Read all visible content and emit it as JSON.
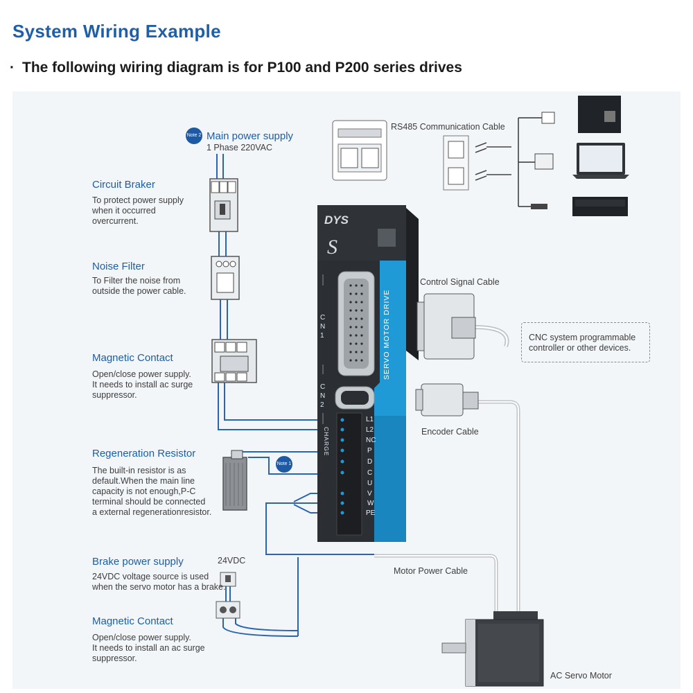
{
  "header": {
    "title": "System Wiring Example",
    "bullet": "·",
    "subtitle": "The following wiring diagram is for P100 and P200 series drives"
  },
  "labels": {
    "main_power": {
      "note": "Note 2",
      "title": "Main power supply",
      "sub": "1 Phase 220VAC"
    },
    "circuit_breaker": {
      "title": "Circuit Braker",
      "body": [
        "To protect power supply",
        "when it occurred",
        "overcurrent."
      ]
    },
    "noise_filter": {
      "title": "Noise Filter",
      "body": [
        "To Filter the noise from",
        "outside the power cable."
      ]
    },
    "magnetic_contact_1": {
      "title": "Magnetic Contact",
      "body": [
        "Open/close power supply.",
        "It needs to install ac surge",
        "suppressor."
      ]
    },
    "regeneration_resistor": {
      "title": "Regeneration Resistor",
      "note": "Note 1",
      "body": [
        "The built-in resistor is as",
        "default.When the main line",
        "capacity is not enough,P-C",
        "terminal should be connected",
        "a external regenerationresistor."
      ]
    },
    "brake_power": {
      "title": "Brake power supply",
      "voltage": "24VDC",
      "body": [
        "24VDC voltage source is used",
        "when the servo motor has a brake."
      ]
    },
    "magnetic_contact_2": {
      "title": "Magnetic Contact",
      "body": [
        "Open/close power supply.",
        "It needs to install an ac surge",
        "suppressor."
      ]
    },
    "rs485": "RS485 Communication Cable",
    "control_signal": "Control Signal Cable",
    "cnc": [
      "CNC  system programmable",
      "controller or other devices."
    ],
    "encoder": "Encoder Cable",
    "motor_power": "Motor Power Cable",
    "servo_motor": "AC Servo Motor"
  },
  "drive": {
    "brand": "DYS",
    "model_letter": "S",
    "side_text": "SERVO MOTOR DRIVE",
    "cn1": "CN1",
    "cn2": "CN2",
    "charge": "CHARGE",
    "terminals": [
      "L1",
      "L2",
      "NC",
      "P",
      "D",
      "C",
      "U",
      "V",
      "W",
      "PE"
    ]
  },
  "colors": {
    "title_blue": "#1f5fa8",
    "wire_blue": "#2a64b0",
    "drive_body": "#2b2e33",
    "drive_accent": "#1f9ad6"
  }
}
